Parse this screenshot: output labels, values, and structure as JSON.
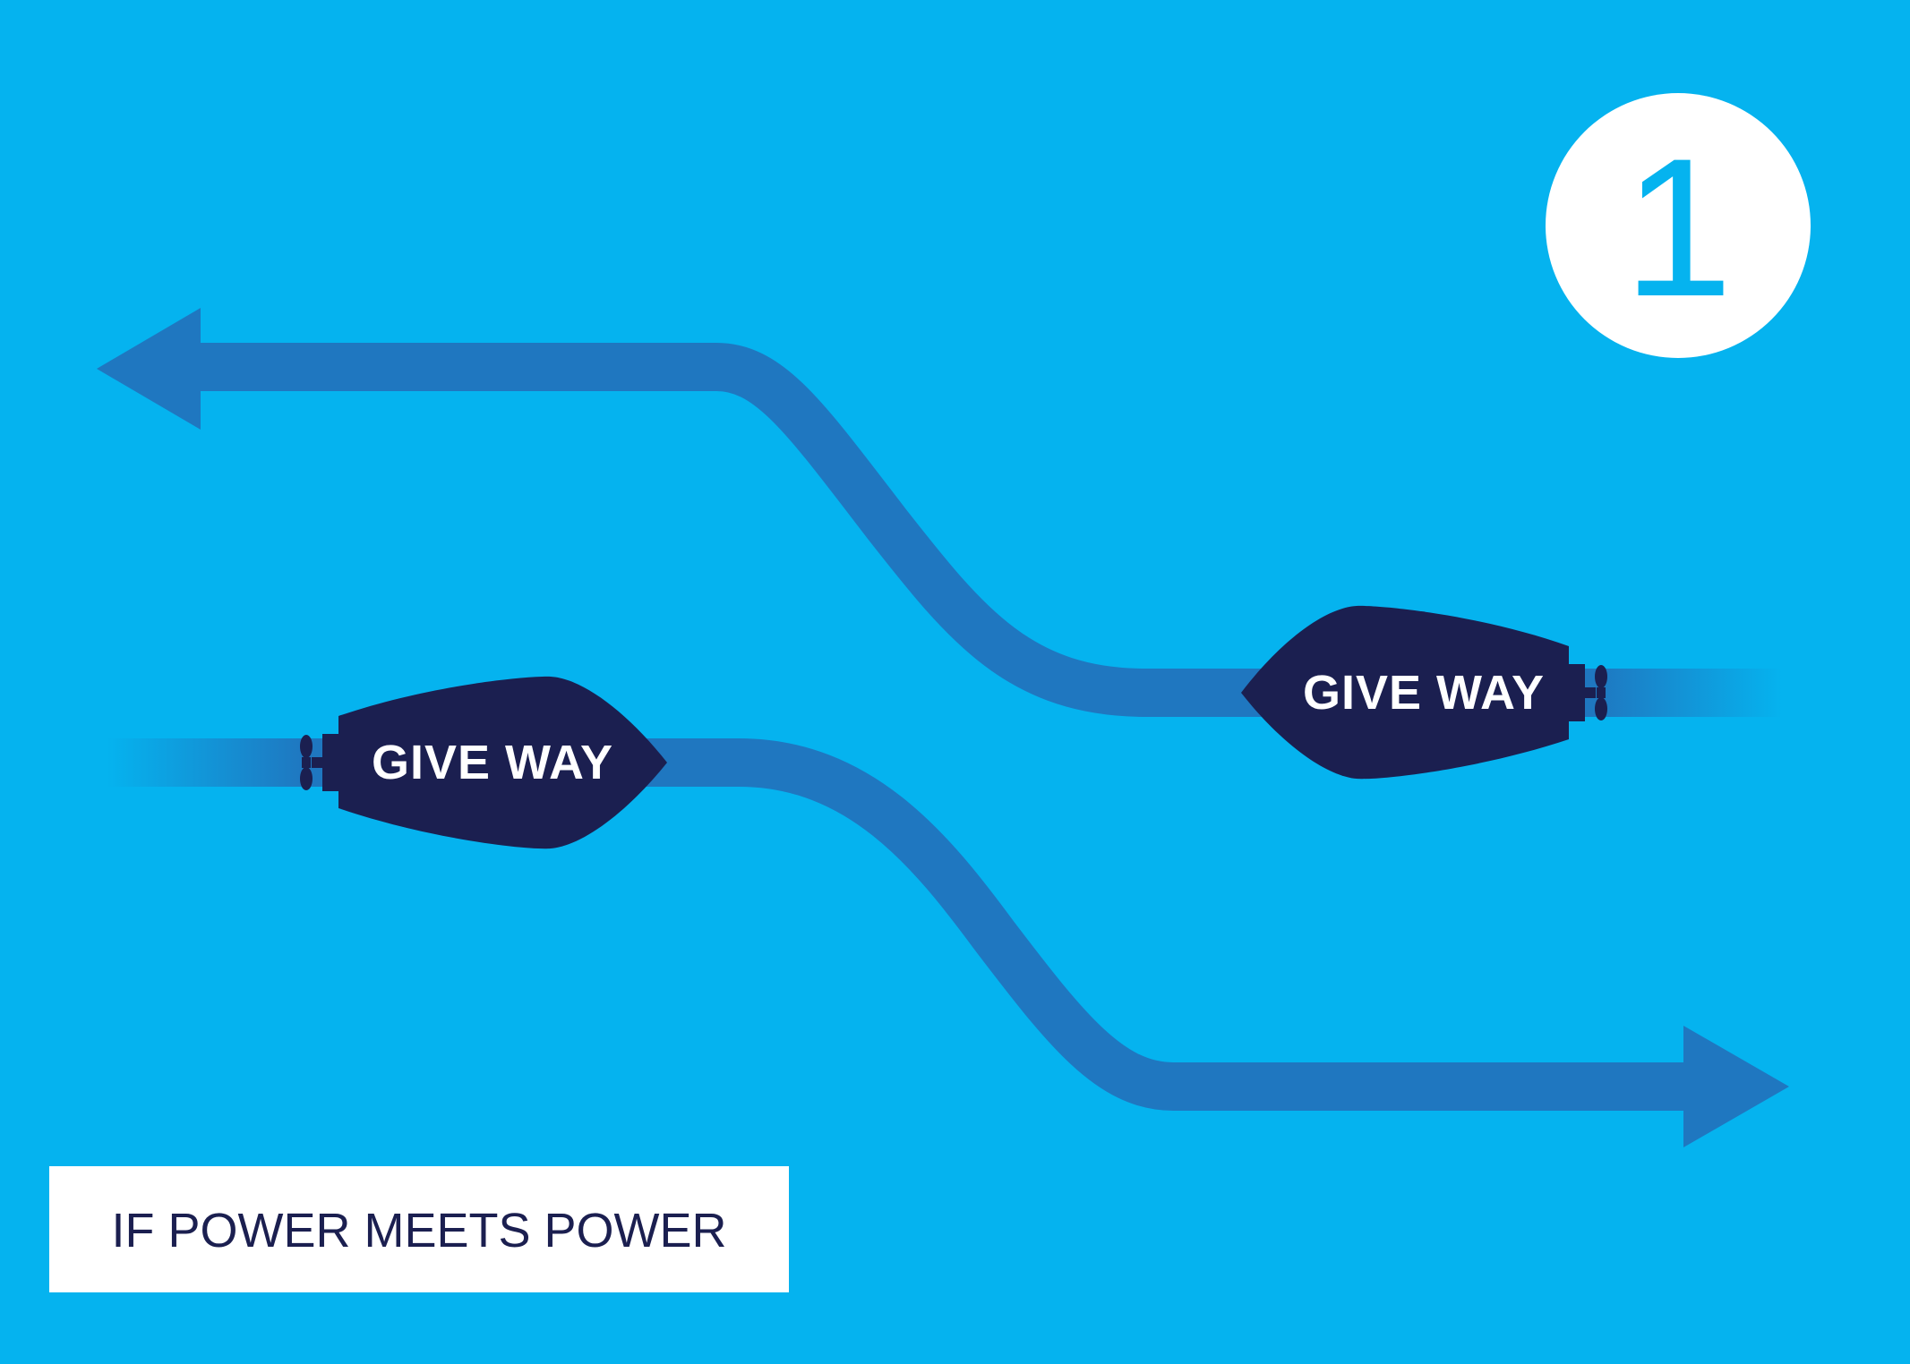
{
  "colors": {
    "background": "#05b3ef",
    "path": "#1f77c0",
    "boat": "#1b1f50",
    "step_badge_fill": "#ffffff",
    "step_badge_text": "#05b3ef",
    "caption_box": "#ffffff",
    "caption_text": "#1b1f50"
  },
  "step": {
    "number": "1"
  },
  "boats": {
    "left": {
      "label": "GIVE WAY"
    },
    "right": {
      "label": "GIVE WAY"
    }
  },
  "caption": {
    "text": "IF POWER MEETS POWER"
  },
  "icons": {
    "path_upper": "arrow-left-icon",
    "path_lower": "arrow-right-icon",
    "badge": "number-circle-icon",
    "propeller": "propeller-icon"
  }
}
